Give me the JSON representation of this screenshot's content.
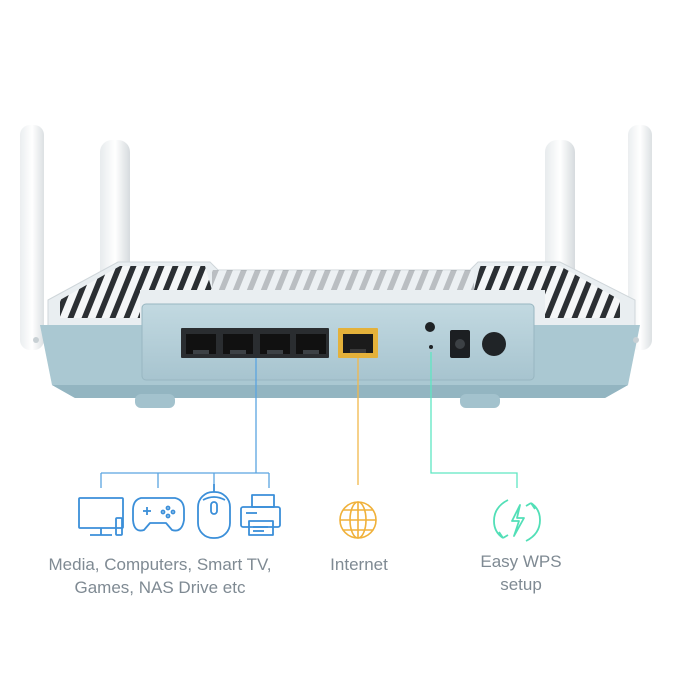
{
  "labels": {
    "devices_line1": "Media, Computers, Smart TV,",
    "devices_line2": "Games, NAS Drive etc",
    "internet": "Internet",
    "wps_line1": "Easy WPS",
    "wps_line2": "setup"
  },
  "colors": {
    "lan_line": "#5aa4e0",
    "wan_line": "#f2b84b",
    "wps_line": "#5fe6c2",
    "label_text": "#7f8a93",
    "router_body": "#e6ebee",
    "router_panel": "#b5cfd8",
    "router_base": "#a9c8d2",
    "wan_port": "#e6b23a"
  },
  "icons": [
    "tv-icon",
    "gamepad-icon",
    "mouse-icon",
    "printer-icon",
    "globe-icon",
    "wps-refresh-icon"
  ]
}
